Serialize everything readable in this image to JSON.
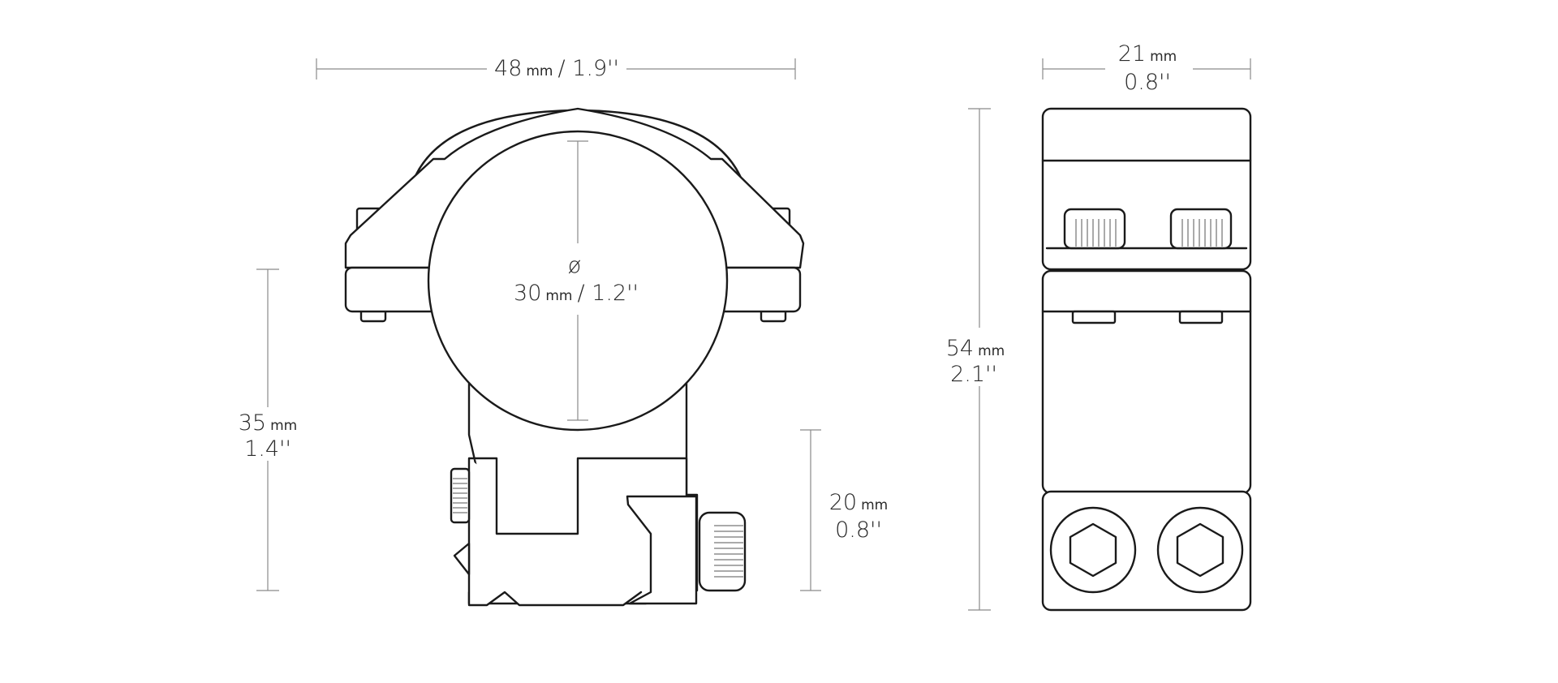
{
  "dimensions": {
    "width": {
      "value": "48",
      "unit": "mm",
      "imperial": "/ 1.9''"
    },
    "bore": {
      "symbol": "ø",
      "value": "30",
      "unit": "mm",
      "imperial": "/ 1.2''"
    },
    "height_left": {
      "value": "35",
      "unit": "mm",
      "imperial": "1.4''"
    },
    "height_base": {
      "value": "20",
      "unit": "mm",
      "imperial": "0.8''"
    },
    "depth": {
      "value": "21",
      "unit": "mm",
      "imperial": "0.8''"
    },
    "height_total": {
      "value": "54",
      "unit": "mm",
      "imperial": "2.1''"
    }
  },
  "colors": {
    "line": "#1a1a1a",
    "dimension_line": "#8a8a8a",
    "background": "#ffffff"
  }
}
